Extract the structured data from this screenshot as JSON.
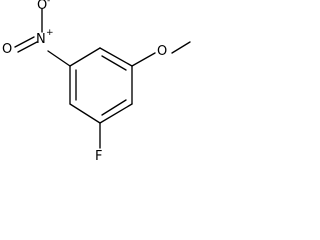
{
  "molecule": {
    "atoms": {
      "nitro_oxygen_top": "O",
      "nitro_oxygen_top_charge": "-",
      "nitro_nitrogen": "N",
      "nitro_nitrogen_charge": "+",
      "nitro_oxygen_left": "O",
      "methoxy_oxygen": "O",
      "fluorine": "F"
    },
    "colors": {
      "bond": "#000000",
      "text": "#000000",
      "background": "#ffffff"
    }
  }
}
